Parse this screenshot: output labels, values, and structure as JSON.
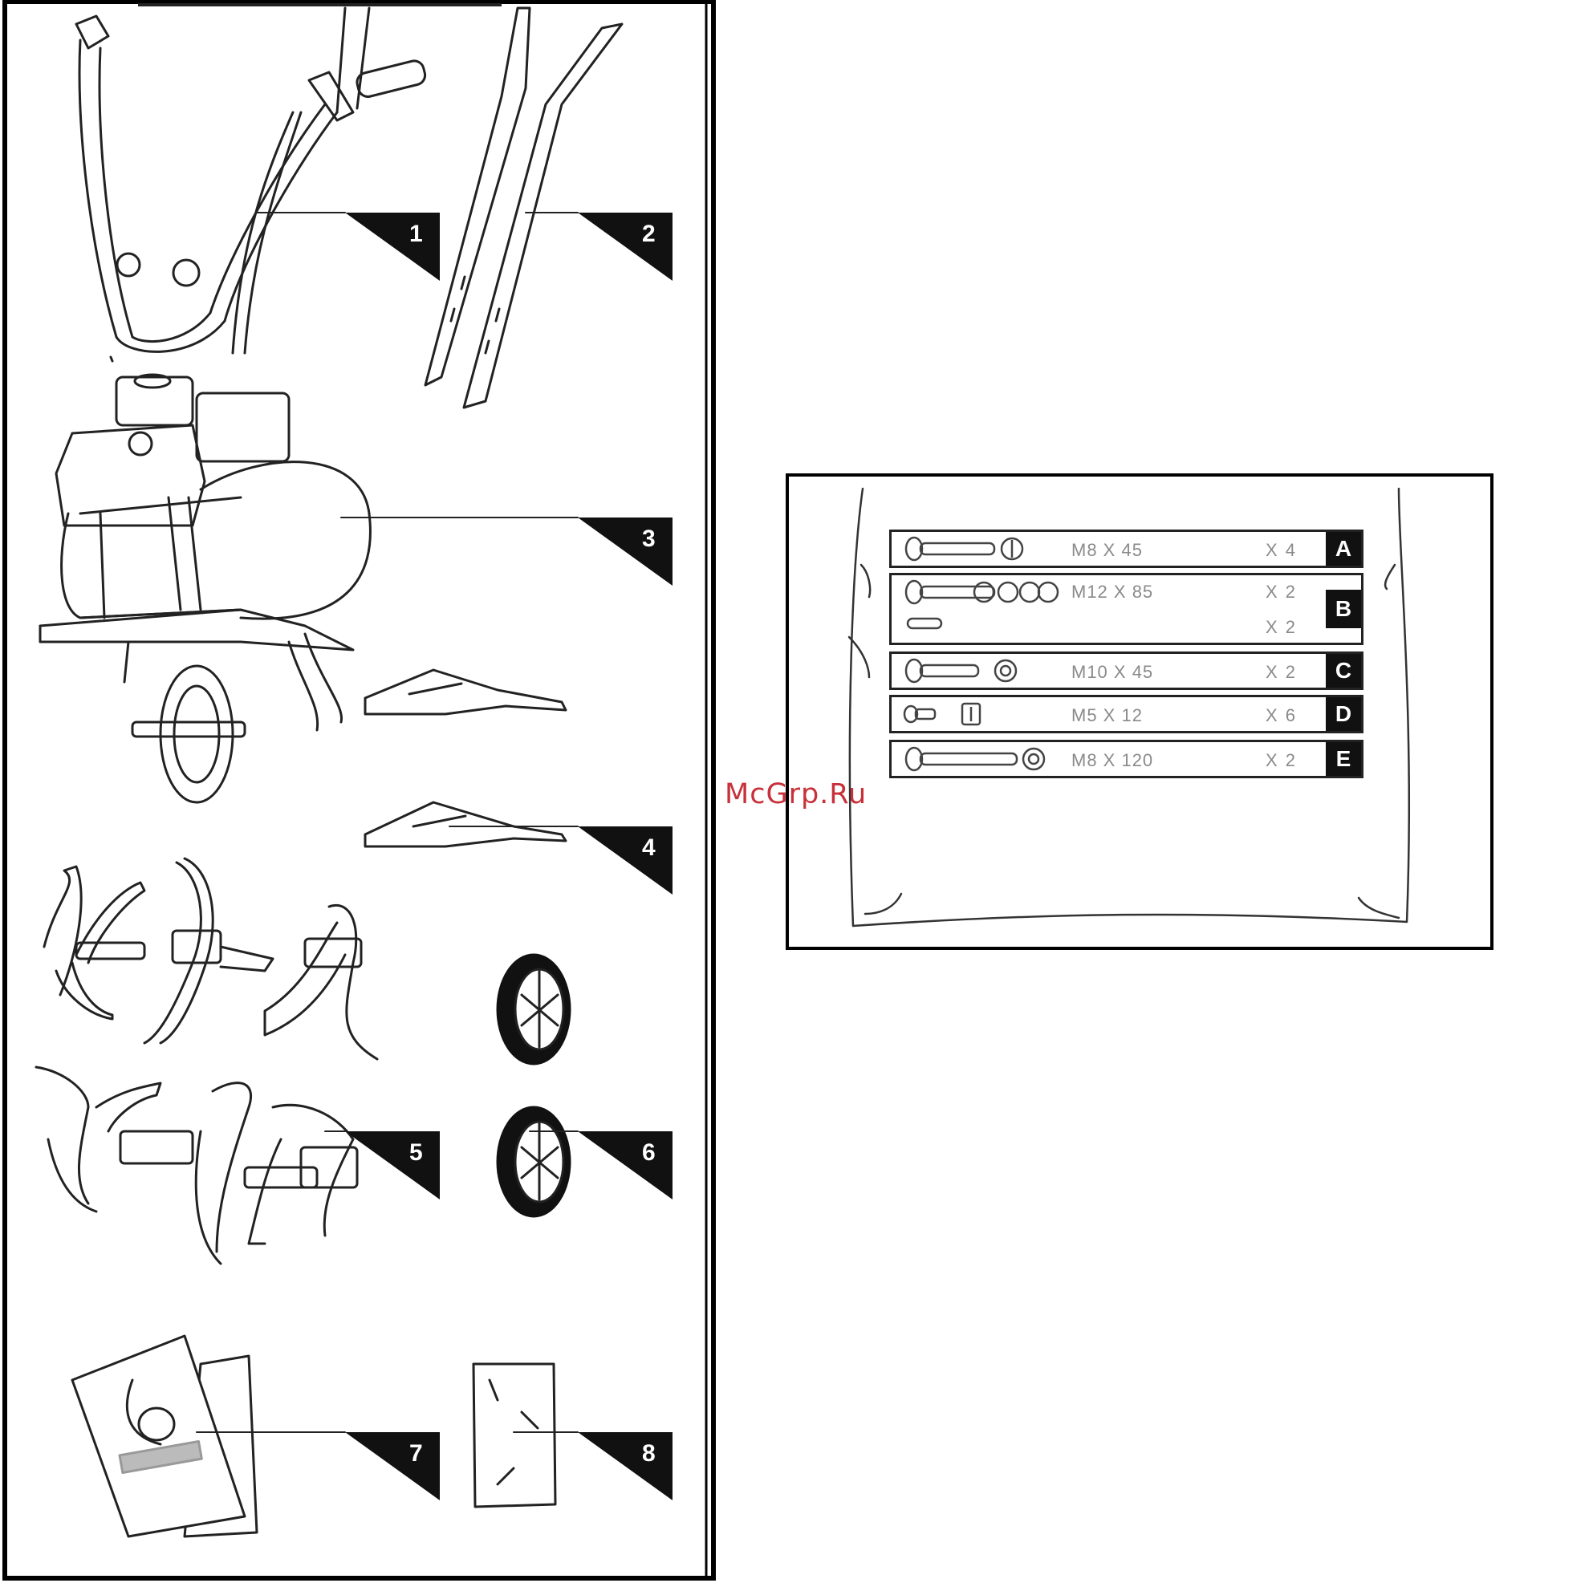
{
  "parts": {
    "callouts": [
      {
        "number": "1",
        "part": "upper-handle"
      },
      {
        "number": "2",
        "part": "lower-handle-bars"
      },
      {
        "number": "3",
        "part": "engine-body"
      },
      {
        "number": "4",
        "part": "side-guards"
      },
      {
        "number": "5",
        "part": "tines"
      },
      {
        "number": "6",
        "part": "wheels"
      },
      {
        "number": "7",
        "part": "manual"
      },
      {
        "number": "8",
        "part": "hardware-bag"
      }
    ]
  },
  "hardware": {
    "rows": [
      {
        "size": "M8 X 45",
        "qty": "X 4",
        "letter": "A"
      },
      {
        "size": "M12 X 85",
        "qty": "X 2",
        "qty2": "X 2",
        "letter": "B"
      },
      {
        "size": "M10 X 45",
        "qty": "X 2",
        "letter": "C"
      },
      {
        "size": "M5 X 12",
        "qty": "X 6",
        "letter": "D"
      },
      {
        "size": "M8 X 120",
        "qty": "X 2",
        "letter": "E"
      }
    ]
  },
  "watermark": {
    "text": "McGrp.Ru",
    "color": "#c8313a"
  },
  "colors": {
    "line": "#222222",
    "label_text": "#8a8a8a",
    "tag_fill": "#111111"
  }
}
